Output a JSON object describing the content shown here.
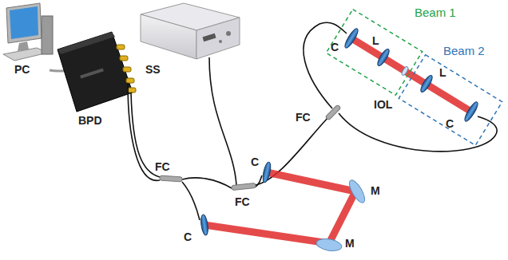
{
  "diagram": {
    "nodes": [
      {
        "text": [
          "Beam 1"
        ]
      },
      {
        "text": [
          "Beam 2"
        ]
      }
    ],
    "labels": [
      "PC",
      "BPD",
      "SS",
      "FC",
      "FC",
      "FC",
      "C",
      "L",
      "IOL",
      "L",
      "C",
      "C",
      "C",
      "M",
      "M"
    ]
  }
}
